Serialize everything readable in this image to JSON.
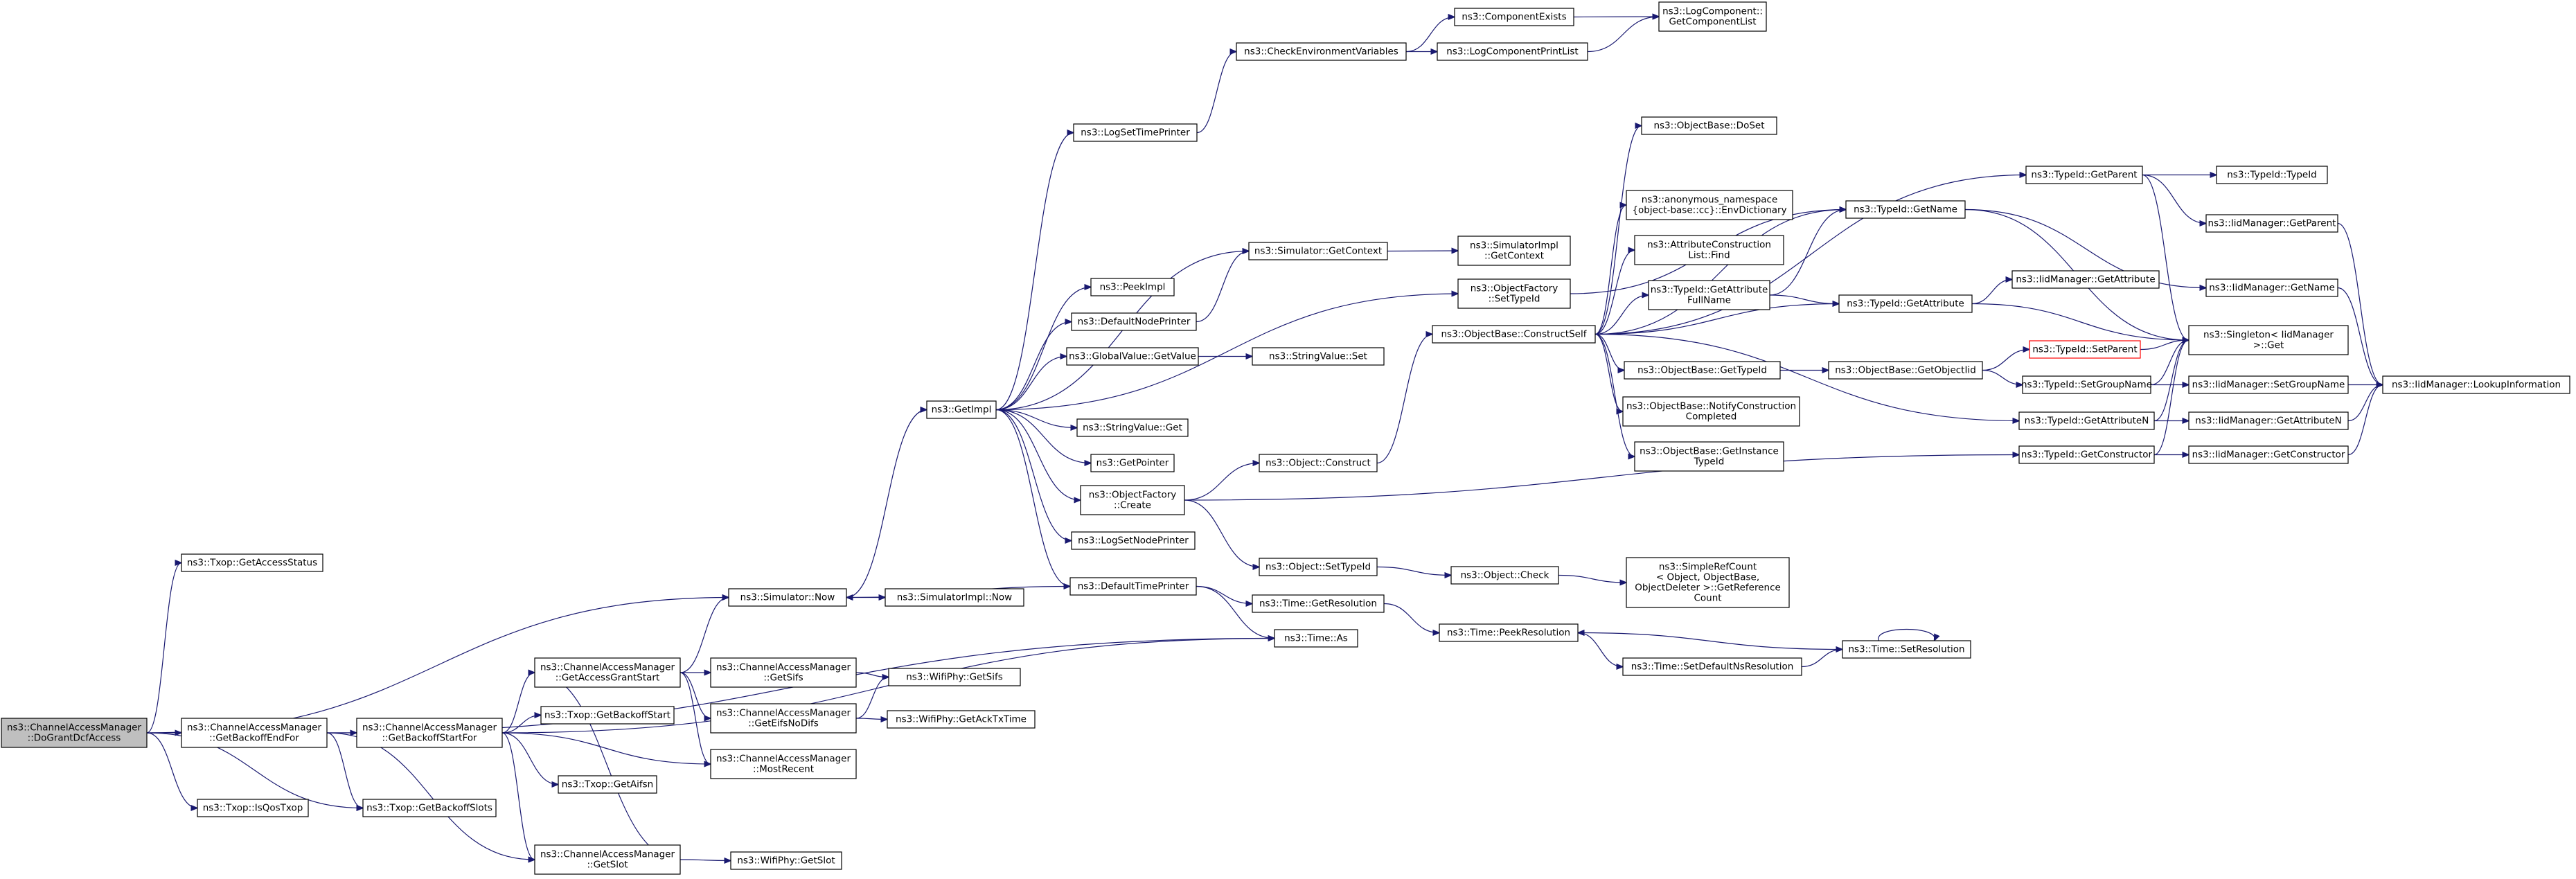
{
  "graph": {
    "nodes": [
      {
        "id": "root",
        "lines": [
          "ns3::ChannelAccessManager",
          "::DoGrantDcfAccess"
        ]
      },
      {
        "id": "getAccessStatus",
        "lines": [
          "ns3::Txop::GetAccessStatus"
        ]
      },
      {
        "id": "isQosTxop",
        "lines": [
          "ns3::Txop::IsQosTxop"
        ]
      },
      {
        "id": "getBackoffEndFor",
        "lines": [
          "ns3::ChannelAccessManager",
          "::GetBackoffEndFor"
        ]
      },
      {
        "id": "getBackoffStartFor",
        "lines": [
          "ns3::ChannelAccessManager",
          "::GetBackoffStartFor"
        ]
      },
      {
        "id": "getBackoffSlots",
        "lines": [
          "ns3::Txop::GetBackoffSlots"
        ]
      },
      {
        "id": "simNow",
        "lines": [
          "ns3::Simulator::Now"
        ]
      },
      {
        "id": "getAccessGrantStart",
        "lines": [
          "ns3::ChannelAccessManager",
          "::GetAccessGrantStart"
        ]
      },
      {
        "id": "getBackoffStart",
        "lines": [
          "ns3::Txop::GetBackoffStart"
        ]
      },
      {
        "id": "getAifsn",
        "lines": [
          "ns3::Txop::GetAifsn"
        ]
      },
      {
        "id": "getSlot",
        "lines": [
          "ns3::ChannelAccessManager",
          "::GetSlot"
        ]
      },
      {
        "id": "wifiGetSlot",
        "lines": [
          "ns3::WifiPhy::GetSlot"
        ]
      },
      {
        "id": "getSifs",
        "lines": [
          "ns3::ChannelAccessManager",
          "::GetSifs"
        ]
      },
      {
        "id": "getEifsNoDifs",
        "lines": [
          "ns3::ChannelAccessManager",
          "::GetEifsNoDifs"
        ]
      },
      {
        "id": "mostRecent",
        "lines": [
          "ns3::ChannelAccessManager",
          "::MostRecent"
        ]
      },
      {
        "id": "wifiGetSifs",
        "lines": [
          "ns3::WifiPhy::GetSifs"
        ]
      },
      {
        "id": "wifiGetAckTxTime",
        "lines": [
          "ns3::WifiPhy::GetAckTxTime"
        ]
      },
      {
        "id": "getImpl",
        "lines": [
          "ns3::GetImpl"
        ]
      },
      {
        "id": "simImplNow",
        "lines": [
          "ns3::SimulatorImpl::Now"
        ]
      },
      {
        "id": "timeAs",
        "lines": [
          "ns3::Time::As"
        ]
      },
      {
        "id": "logSetTimePrinter",
        "lines": [
          "ns3::LogSetTimePrinter"
        ]
      },
      {
        "id": "simGetContext",
        "lines": [
          "ns3::Simulator::GetContext"
        ]
      },
      {
        "id": "peekImpl",
        "lines": [
          "ns3::PeekImpl"
        ]
      },
      {
        "id": "defaultNodePrinter",
        "lines": [
          "ns3::DefaultNodePrinter"
        ]
      },
      {
        "id": "globalValueGetValue",
        "lines": [
          "ns3::GlobalValue::GetValue"
        ]
      },
      {
        "id": "stringValueGet",
        "lines": [
          "ns3::StringValue::Get"
        ]
      },
      {
        "id": "getPointer",
        "lines": [
          "ns3::GetPointer"
        ]
      },
      {
        "id": "objectFactoryCreate",
        "lines": [
          "ns3::ObjectFactory",
          "::Create"
        ]
      },
      {
        "id": "logSetNodePrinter",
        "lines": [
          "ns3::LogSetNodePrinter"
        ]
      },
      {
        "id": "defaultTimePrinter",
        "lines": [
          "ns3::DefaultTimePrinter"
        ]
      },
      {
        "id": "checkEnvVars",
        "lines": [
          "ns3::CheckEnvironmentVariables"
        ]
      },
      {
        "id": "componentExists",
        "lines": [
          "ns3::ComponentExists"
        ]
      },
      {
        "id": "logComponentPrintList",
        "lines": [
          "ns3::LogComponentPrintList"
        ]
      },
      {
        "id": "getComponentList",
        "lines": [
          "ns3::LogComponent::",
          "GetComponentList"
        ]
      },
      {
        "id": "simImplGetContext",
        "lines": [
          "ns3::SimulatorImpl",
          "::GetContext"
        ]
      },
      {
        "id": "stringValueSet",
        "lines": [
          "ns3::StringValue::Set"
        ]
      },
      {
        "id": "objectConstruct",
        "lines": [
          "ns3::Object::Construct"
        ]
      },
      {
        "id": "objectSetTypeId",
        "lines": [
          "ns3::Object::SetTypeId"
        ]
      },
      {
        "id": "objectCheck",
        "lines": [
          "ns3::Object::Check"
        ]
      },
      {
        "id": "simpleRefCount",
        "lines": [
          "ns3::SimpleRefCount",
          "< Object, ObjectBase,",
          "ObjectDeleter >::GetReference",
          "Count"
        ]
      },
      {
        "id": "timeGetResolution",
        "lines": [
          "ns3::Time::GetResolution"
        ]
      },
      {
        "id": "timePeekResolution",
        "lines": [
          "ns3::Time::PeekResolution"
        ]
      },
      {
        "id": "timeSetDefaultNsResolution",
        "lines": [
          "ns3::Time::SetDefaultNsResolution"
        ]
      },
      {
        "id": "timeSetResolution",
        "lines": [
          "ns3::Time::SetResolution"
        ]
      },
      {
        "id": "objectFactorySetTypeId",
        "lines": [
          "ns3::ObjectFactory",
          "::SetTypeId"
        ]
      },
      {
        "id": "constructSelf",
        "lines": [
          "ns3::ObjectBase::ConstructSelf"
        ]
      },
      {
        "id": "objectBaseDoSet",
        "lines": [
          "ns3::ObjectBase::DoSet"
        ]
      },
      {
        "id": "envDictionary",
        "lines": [
          "ns3::anonymous_namespace",
          "{object-base::cc}::EnvDictionary"
        ]
      },
      {
        "id": "attrConstructionFind",
        "lines": [
          "ns3::AttributeConstruction",
          "List::Find"
        ]
      },
      {
        "id": "typeIdGetAttributeFullName",
        "lines": [
          "ns3::TypeId::GetAttribute",
          "FullName"
        ]
      },
      {
        "id": "objectBaseGetTypeId",
        "lines": [
          "ns3::ObjectBase::GetTypeId"
        ]
      },
      {
        "id": "notifyConstructionCompleted",
        "lines": [
          "ns3::ObjectBase::NotifyConstruction",
          "Completed"
        ]
      },
      {
        "id": "getInstanceTypeId",
        "lines": [
          "ns3::ObjectBase::GetInstance",
          "TypeId"
        ]
      },
      {
        "id": "typeIdGetName",
        "lines": [
          "ns3::TypeId::GetName"
        ]
      },
      {
        "id": "typeIdGetAttribute",
        "lines": [
          "ns3::TypeId::GetAttribute"
        ]
      },
      {
        "id": "getObjectIid",
        "lines": [
          "ns3::ObjectBase::GetObjectIid"
        ]
      },
      {
        "id": "typeIdGetParent",
        "lines": [
          "ns3::TypeId::GetParent"
        ]
      },
      {
        "id": "typeIdTypeId",
        "lines": [
          "ns3::TypeId::TypeId"
        ]
      },
      {
        "id": "iidGetParent",
        "lines": [
          "ns3::IidManager::GetParent"
        ]
      },
      {
        "id": "iidGetName",
        "lines": [
          "ns3::IidManager::GetName"
        ]
      },
      {
        "id": "iidGetAttribute",
        "lines": [
          "ns3::IidManager::GetAttribute"
        ]
      },
      {
        "id": "singletonGet",
        "lines": [
          "ns3::Singleton< IidManager",
          ">::Get"
        ]
      },
      {
        "id": "typeIdSetParent",
        "lines": [
          "ns3::TypeId::SetParent"
        ]
      },
      {
        "id": "typeIdSetGroupName",
        "lines": [
          "ns3::TypeId::SetGroupName"
        ]
      },
      {
        "id": "iidSetGroupName",
        "lines": [
          "ns3::IidManager::SetGroupName"
        ]
      },
      {
        "id": "iidLookupInformation",
        "lines": [
          "ns3::IidManager::LookupInformation"
        ]
      },
      {
        "id": "typeIdGetAttributeN",
        "lines": [
          "ns3::TypeId::GetAttributeN"
        ]
      },
      {
        "id": "iidGetAttributeN",
        "lines": [
          "ns3::IidManager::GetAttributeN"
        ]
      },
      {
        "id": "typeIdGetConstructor",
        "lines": [
          "ns3::TypeId::GetConstructor"
        ]
      },
      {
        "id": "iidGetConstructor",
        "lines": [
          "ns3::IidManager::GetConstructor"
        ]
      }
    ]
  }
}
